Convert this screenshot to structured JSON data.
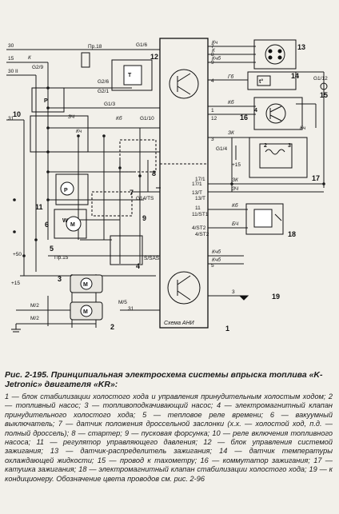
{
  "diagram": {
    "ecu_label": "Схема АНИ",
    "components": [
      "1",
      "2",
      "3",
      "4",
      "5",
      "6",
      "7",
      "8",
      "9",
      "10",
      "11",
      "12",
      "13",
      "14",
      "15",
      "16",
      "17",
      "18",
      "19"
    ],
    "connectors": [
      "Кч",
      "К",
      "Кчб",
      "ЗК",
      "ЗЧ",
      "Кб",
      "Кчб",
      "Кчб",
      "Кб",
      "ЗЧ",
      "Кч",
      "Гб",
      "Кб",
      "К",
      "ЗК",
      "БЧ",
      "Кч"
    ],
    "wire_labels": [
      "30",
      "30 II",
      "15",
      "+50",
      "+15",
      "31",
      "31",
      "+15",
      "3",
      "Кчб",
      "К",
      "К",
      "КчБ"
    ],
    "terminal_codes": [
      "G1/6",
      "G2/9",
      "G2/6",
      "G2/1",
      "G1/3",
      "G1/10",
      "G1/4",
      "G1/12",
      "Пр.18",
      "Пр.15",
      "М/2",
      "М/2",
      "М/5",
      "G14/TS",
      "S/SAS",
      "4/ST2",
      "11/ST1",
      "17/1",
      "13/Т"
    ],
    "ecu_pins": [
      "7",
      "8",
      "9",
      "4",
      "1",
      "12",
      "3",
      "11",
      "17/1",
      "13/Т",
      "4/ST2",
      "5"
    ],
    "sensor_marks": [
      "t°",
      "4",
      "2",
      "3",
      "M",
      "M",
      "W",
      "M",
      "Р",
      "Р",
      "Т"
    ]
  },
  "caption": {
    "title": "Рис. 2-195. Принципиальная электросхема системы впрыска топлива «K-Jetronic» двигателя «KR»:",
    "body": "1 — блок стабилизации холостого хода и управления принудительным холостым ходом; 2 — топливный насос; 3 — топливоподкачивающий насос; 4 — электромагнитный клапан принудительного холостого хода; 5 — тепловое реле времени; 6 — вакуумный выключатель; 7 — датчик положения дроссельной заслонки (х.х. — холостой ход, п.д. — полный дроссель); 8 — стартер; 9 — пусковая форсунка; 10 — реле включения топливного насоса; 11 — регулятор управляющего давления; 12 — блок управления системой зажигания; 13 — датчик-распределитель зажигания; 14 — датчик температуры охлаждающей жидкости; 15 — провод к тахометру; 16 — коммутатор зажигания; 17 — катушка зажигания; 18 — электромагнитный клапан стабилизации холостого хода; 19 — к кондиционеру. Обозначение цвета проводов см. рис. 2-96"
  }
}
